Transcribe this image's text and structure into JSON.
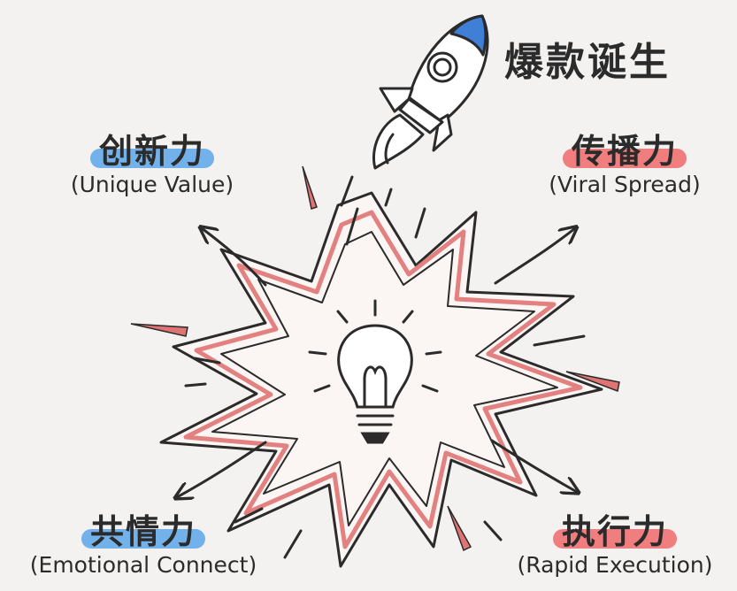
{
  "title": "爆款诞生",
  "quadrants": {
    "top_left": {
      "zh": "创新力",
      "en": "(Unique Value)"
    },
    "top_right": {
      "zh": "传播力",
      "en": "(Viral Spread)"
    },
    "bottom_left": {
      "zh": "共情力",
      "en": "(Emotional Connect)"
    },
    "bottom_right": {
      "zh": "执行力",
      "en": "(Rapid Execution)"
    }
  },
  "colors": {
    "blue_highlight": "#5aa6e8",
    "red_highlight": "#ef6a6a",
    "burst_stroke": "#e07373",
    "ink": "#2b2b2b",
    "accent_blue": "#3f7fd6"
  },
  "icons": [
    "rocket-icon",
    "lightbulb-icon",
    "explosion-burst-icon",
    "arrow-icon"
  ]
}
